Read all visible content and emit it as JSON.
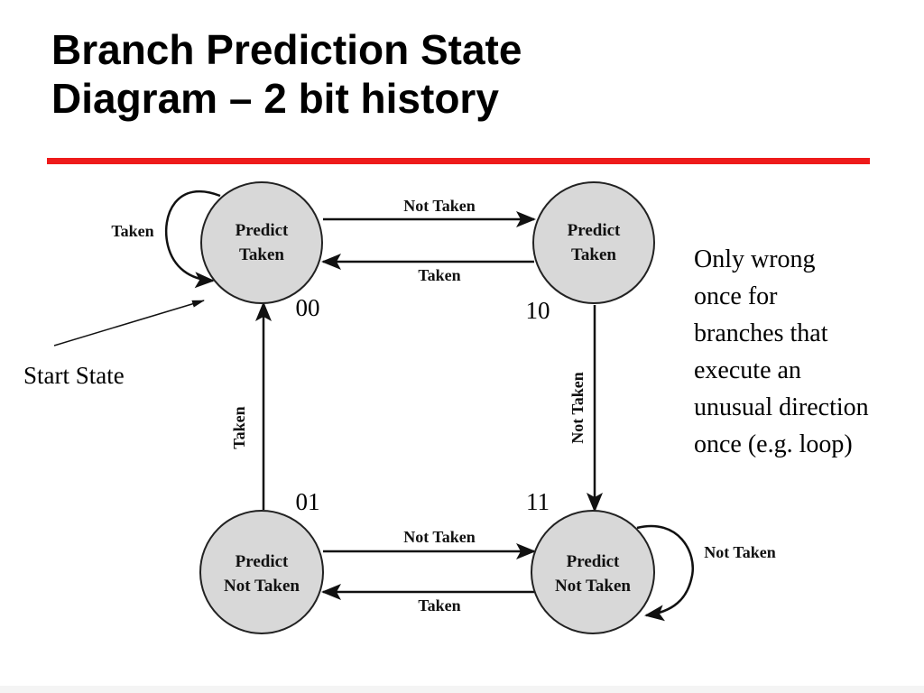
{
  "title": {
    "line1": "Branch Prediction State",
    "line2": "Diagram – 2 bit history"
  },
  "colors": {
    "rule": "#ee1b1b",
    "state_fill": "#d8d8d8",
    "state_stroke": "#222222",
    "arrow": "#111111"
  },
  "diagram": {
    "states": {
      "s00": {
        "line1": "Predict",
        "line2": "Taken",
        "code": "00"
      },
      "s10": {
        "line1": "Predict",
        "line2": "Taken",
        "code": "10"
      },
      "s01": {
        "line1": "Predict",
        "line2": "Not Taken",
        "code": "01"
      },
      "s11": {
        "line1": "Predict",
        "line2": "Not Taken",
        "code": "11"
      }
    },
    "transitions": {
      "s00_to_s10": "Not Taken",
      "s10_to_s00": "Taken",
      "s10_to_s11": "Not Taken",
      "s01_to_s00": "Taken",
      "s01_to_s11": "Not Taken",
      "s11_to_s01": "Taken",
      "s00_self": "Taken",
      "s11_self": "Not Taken"
    },
    "start_label": "Start State"
  },
  "note": {
    "lines": [
      "Only wrong",
      "once for",
      "branches that",
      "execute an",
      "unusual direction",
      "once (e.g. loop)"
    ]
  }
}
